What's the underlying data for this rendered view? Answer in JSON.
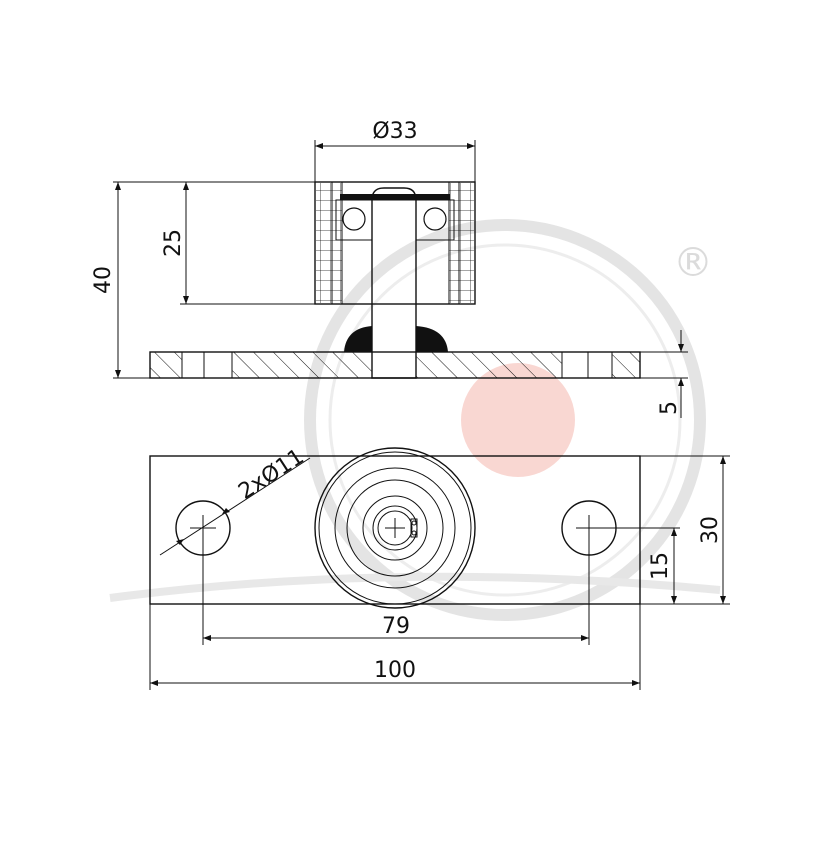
{
  "dimensions": {
    "diameter_roller": "Ø33",
    "height_total": "40",
    "height_roller": "25",
    "plate_thickness": "5",
    "hole_spec": "2xØ11",
    "hole_spacing": "79",
    "plate_length": "100",
    "plate_width": "30",
    "hole_offset": "15"
  },
  "watermark": {
    "registered_mark": "®",
    "color_ring": "#d8d8d8",
    "color_dot": "#f7c9c4"
  },
  "colors": {
    "line": "#111111",
    "hatch": "#111111",
    "fill_rubber": "#111111"
  }
}
